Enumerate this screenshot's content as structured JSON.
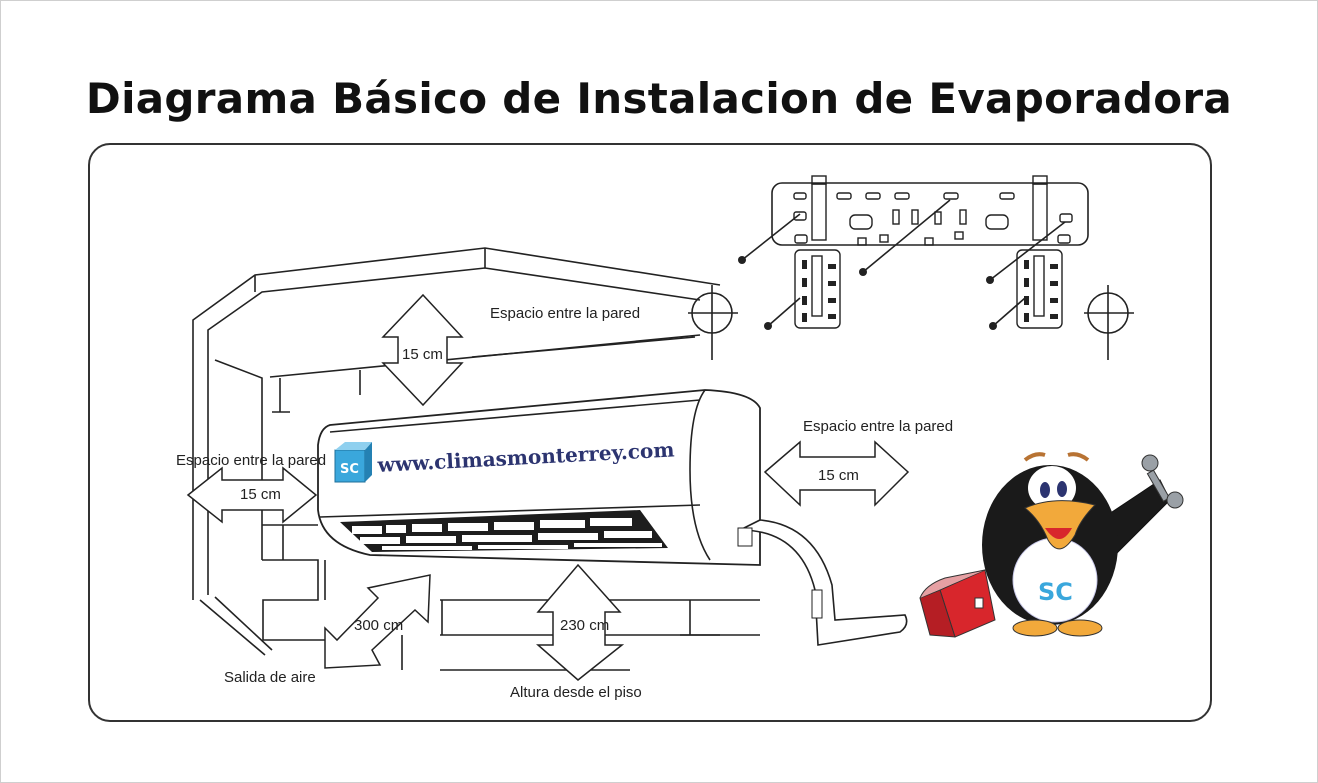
{
  "title": "Diagrama Básico de Instalacion de Evaporadora",
  "labels": {
    "top_space": "Espacio entre la pared",
    "top_distance": "15 cm",
    "left_space": "Espacio entre la pared",
    "left_distance": "15 cm",
    "right_space": "Espacio entre la pared",
    "right_distance": "15 cm",
    "air_distance": "300 cm",
    "floor_distance": "230 cm",
    "air_outlet": "Salida de aire",
    "floor_height": "Altura desde el piso"
  },
  "unit_website": "www.climasmonterrey.com",
  "logo_text": "SC",
  "colors": {
    "website": "#2c3470",
    "logo": "#3aa7dc",
    "toolbox": "#d8262c"
  }
}
